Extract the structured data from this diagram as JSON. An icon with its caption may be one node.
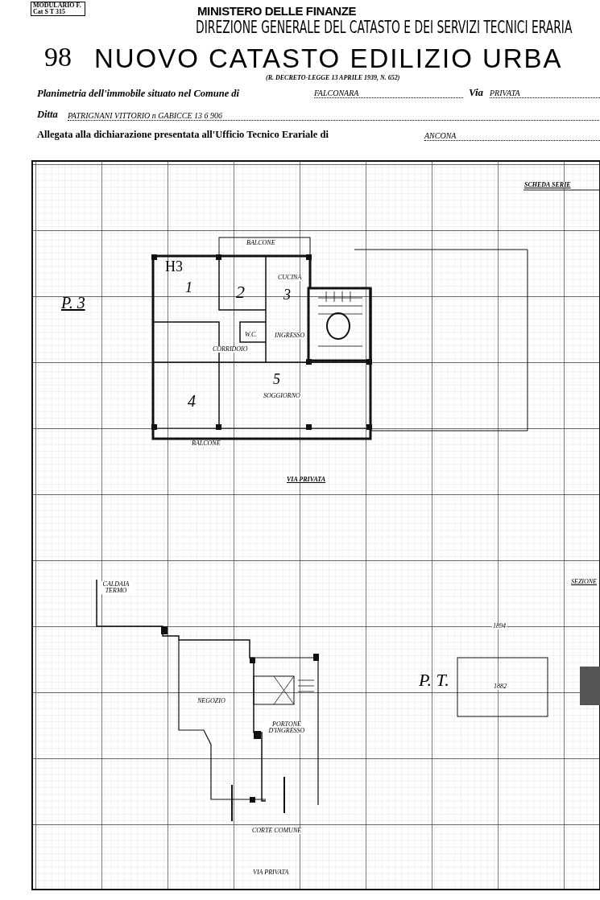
{
  "diagram": {
    "labels": [
      "MODULARIO F. Cat S T 315",
      "MINISTERO DELLE FINANZE",
      "DIREZIONE GENERALE DEL CATASTO E DEI SERVIZI TECNICI ERARIA",
      "98",
      "NUOVO CATASTO EDILIZIO URBA",
      "(R. DECRETO-LEGGE 13 APRILE 1939, N. 652)",
      "Planimetria dell'immobile situato nel Comune di",
      "FALCONARA",
      "Via",
      "PRIVATA",
      "Ditta",
      "PATRIGNANI VITTORIO n GABICCE 13 6 906",
      "Allegata alla dichiarazione presentata all'Ufficio Tecnico Erariale di",
      "ANCONA",
      "SCHEDA SERIE",
      "P. 3",
      "BALCONE",
      "H3",
      "1",
      "2",
      "CUCINA",
      "3",
      "W.C.",
      "INGRESSO",
      "CORRIDOIO",
      "4",
      "5",
      "SOGGIORNO",
      "BALCONE",
      "VIA PRIVATA",
      "CALDAIA TERMO",
      "NEGOZIO",
      "PORTONE D'INGRESSO",
      "SEZIONE",
      "1894",
      "P. T.",
      "1882",
      "CORTE COMUNE",
      "VIA PRIVATA"
    ]
  }
}
